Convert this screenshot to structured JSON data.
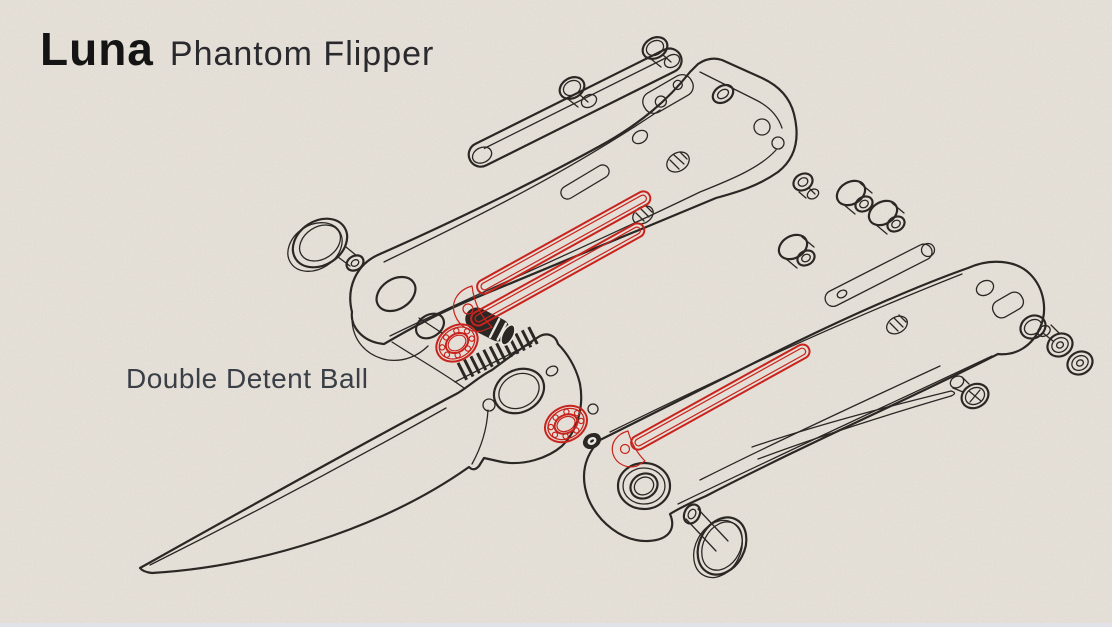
{
  "header": {
    "title": "Luna",
    "subtitle": "Phantom Flipper"
  },
  "callouts": {
    "detent": "Double Detent Ball"
  },
  "colors": {
    "paper": "#ece7df",
    "ink": "#2b2724",
    "accent": "#c8231c",
    "text": "#141414",
    "label": "#3a3e46",
    "edge": "#e0e2e8"
  },
  "diagram": {
    "alt": "Exploded-view technical line illustration of the Luna Phantom Flipper folding knife on paper texture",
    "parts": [
      "pivot-screw",
      "pocket-clip",
      "show-side-handle-scale",
      "clip-screws",
      "clip-backing-plate",
      "milled-weight-slots",
      "caged-pivot-bearing-front",
      "caged-pivot-bearing-rear",
      "pivot-barrel",
      "detent-rack",
      "blade",
      "lock-side-handle-scale",
      "standoffs",
      "backspacer",
      "lock-bar",
      "body-screws",
      "pivot-cap-screw",
      "stop-pin"
    ]
  }
}
